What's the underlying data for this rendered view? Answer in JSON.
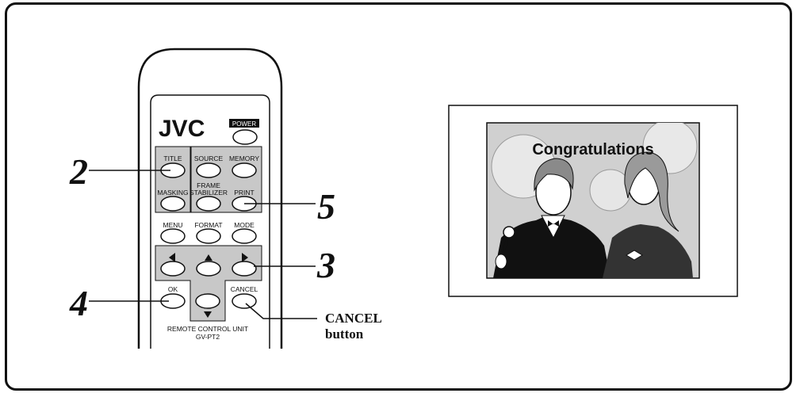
{
  "remote": {
    "brand": "JVC",
    "power_label": "POWER",
    "buttons": {
      "title": "TITLE",
      "source": "SOURCE",
      "memory": "MEMORY",
      "masking": "MASKING",
      "frame_stabilizer_line1": "FRAME",
      "frame_stabilizer_line2": "STABILIZER",
      "print": "PRINT",
      "menu": "MENU",
      "format": "FORMAT",
      "mode": "MODE",
      "ok": "OK",
      "cancel": "CANCEL"
    },
    "unit_line1": "REMOTE CONTROL UNIT",
    "unit_line2": "GV-PT2"
  },
  "callouts": {
    "two": "2",
    "three": "3",
    "four": "4",
    "five": "5",
    "cancel_line1": "CANCEL",
    "cancel_line2": "button"
  },
  "screen": {
    "caption": "Congratulations"
  },
  "colors": {
    "panel_gray": "#c8c8c8",
    "screen_bg": "#d0d0d0",
    "ink": "#111111"
  }
}
